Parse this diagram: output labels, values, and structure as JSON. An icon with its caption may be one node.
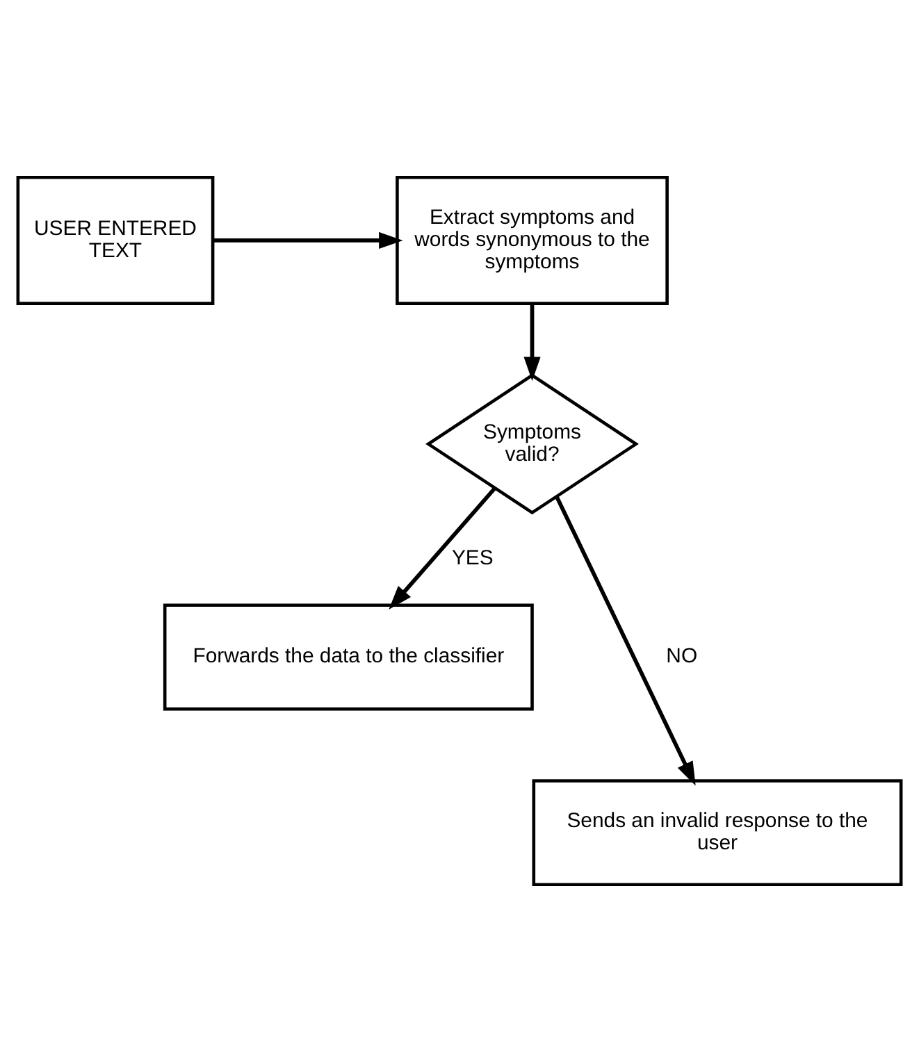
{
  "diagram": {
    "nodes": [
      {
        "text": [
          "USER ENTERED TEXT"
        ]
      },
      {
        "text": [
          "Extract symptoms and words synonymous to the symptoms"
        ]
      },
      {
        "text": [
          "Symptoms valid?"
        ]
      },
      {
        "text": [
          "Forwards the data to the classifier"
        ]
      },
      {
        "text": [
          "Sends an invalid response to the user"
        ]
      }
    ],
    "edges": [
      {
        "from": 0,
        "to": 1,
        "arrow": "to"
      },
      {
        "from": 1,
        "to": 2,
        "arrow": "to"
      },
      {
        "from": 2,
        "to": 3,
        "arrow": "to",
        "label": "YES"
      },
      {
        "from": 2,
        "to": 4,
        "arrow": "to",
        "label": "NO"
      }
    ]
  }
}
